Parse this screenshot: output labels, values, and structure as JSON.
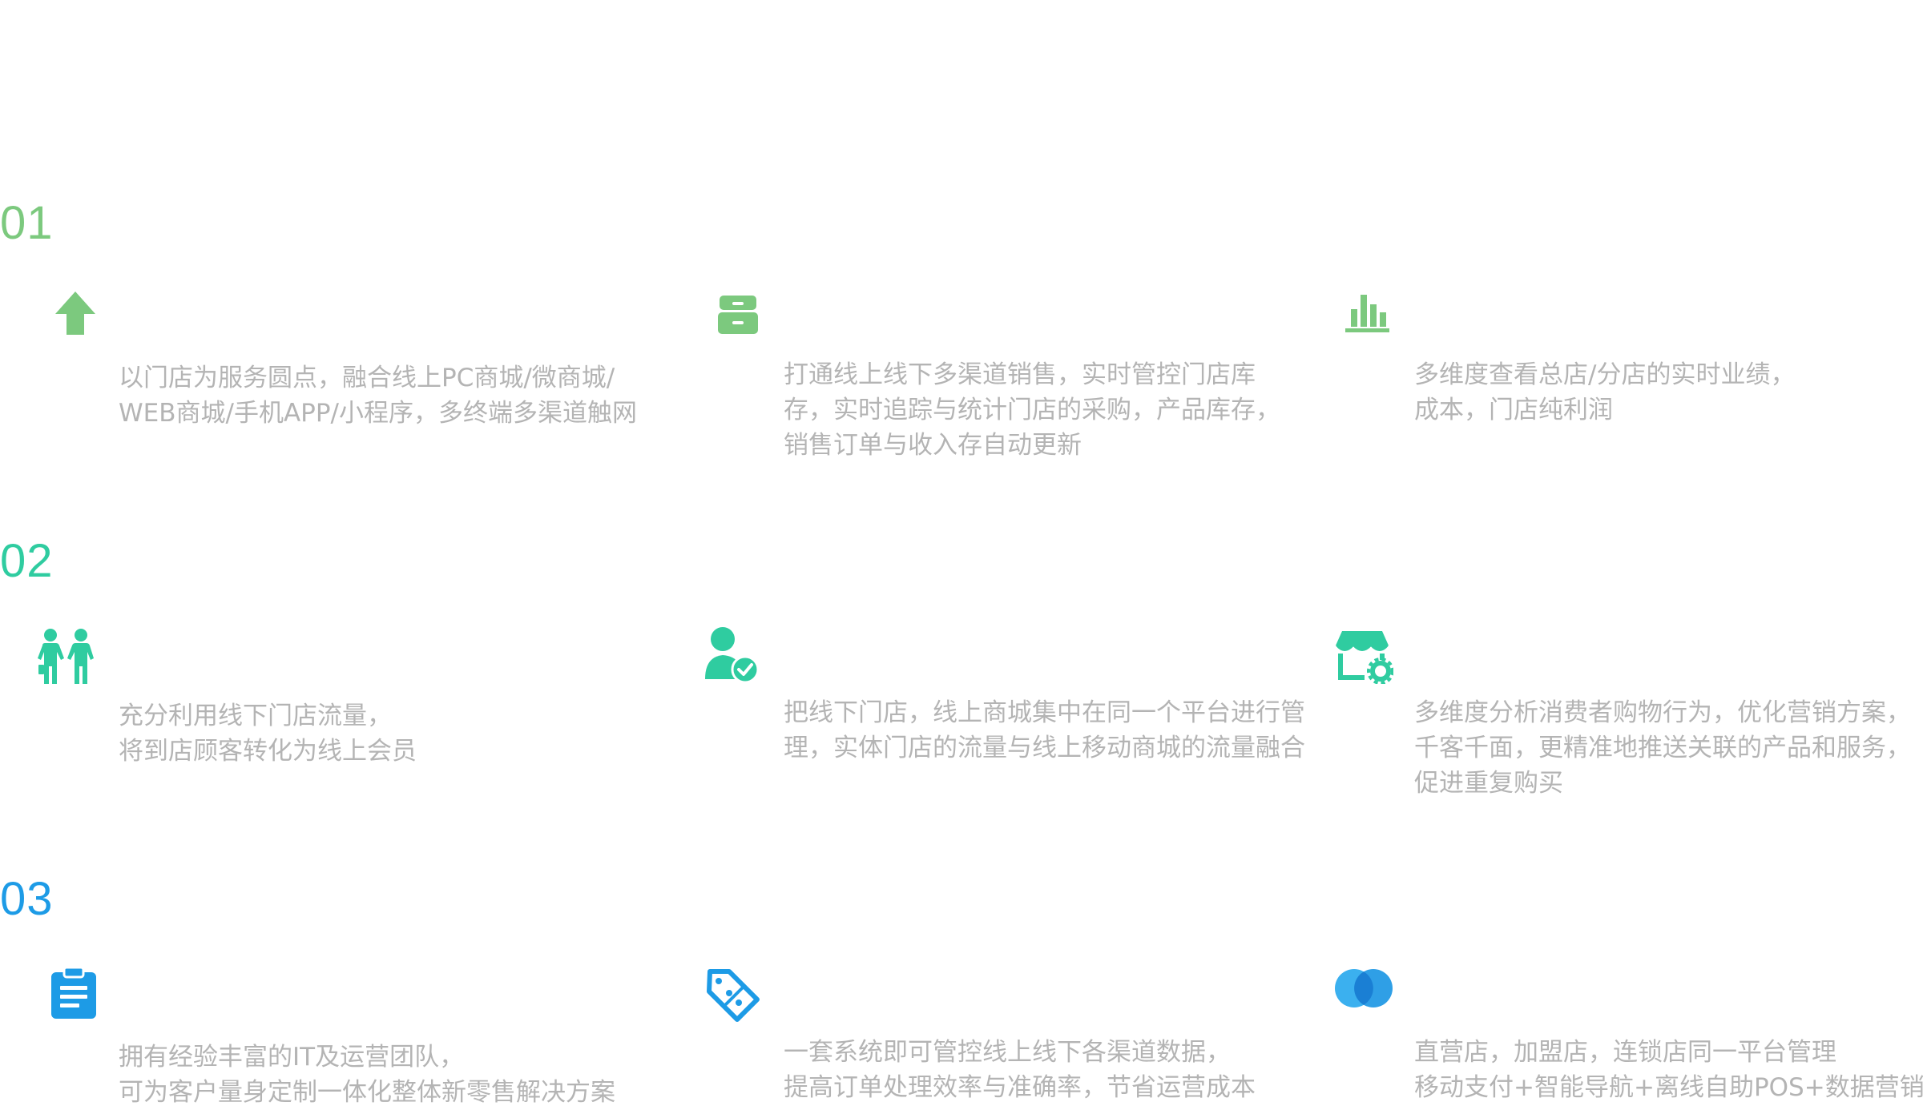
{
  "colors": {
    "section1": "#7cc97e",
    "section2": "#2fcca0",
    "section3": "#1d9be6",
    "description_text": "#b4b4b4"
  },
  "sections": [
    {
      "number": "01",
      "features": [
        {
          "icon": "arrow-up-icon",
          "lines": [
            "以门店为服务圆点，融合线上PC商城/微商城/",
            "WEB商城/手机APP/小程序，多终端多渠道触网"
          ]
        },
        {
          "icon": "drawer-cabinet-icon",
          "lines": [
            "打通线上线下多渠道销售，实时管控门店库",
            "存，实时追踪与统计门店的采购，产品库存，",
            "销售订单与收入存自动更新"
          ]
        },
        {
          "icon": "bar-chart-icon",
          "lines": [
            "多维度查看总店/分店的实时业绩，",
            "成本，门店纯利润"
          ]
        }
      ]
    },
    {
      "number": "02",
      "features": [
        {
          "icon": "people-walking-icon",
          "lines": [
            "充分利用线下门店流量，",
            "将到店顾客转化为线上会员"
          ]
        },
        {
          "icon": "user-check-icon",
          "lines": [
            "把线下门店，线上商城集中在同一个平台进行管",
            "理，实体门店的流量与线上移动商城的流量融合"
          ]
        },
        {
          "icon": "store-settings-icon",
          "lines": [
            "多维度分析消费者购物行为，优化营销方案，",
            "千客千面，更精准地推送关联的产品和服务，",
            "促进重复购买"
          ]
        }
      ]
    },
    {
      "number": "03",
      "features": [
        {
          "icon": "clipboard-icon",
          "lines": [
            "拥有经验丰富的IT及运营团队，",
            "可为客户量身定制一体化整体新零售解决方案"
          ]
        },
        {
          "icon": "discount-tag-icon",
          "lines": [
            "一套系统即可管控线上线下各渠道数据，",
            "提高订单处理效率与准确率，节省运营成本"
          ]
        },
        {
          "icon": "overlapping-circles-icon",
          "lines": [
            "直营店，加盟店，连锁店同一平台管理",
            "移动支付+智能导航+离线自助POS+数据营销"
          ]
        }
      ]
    }
  ]
}
